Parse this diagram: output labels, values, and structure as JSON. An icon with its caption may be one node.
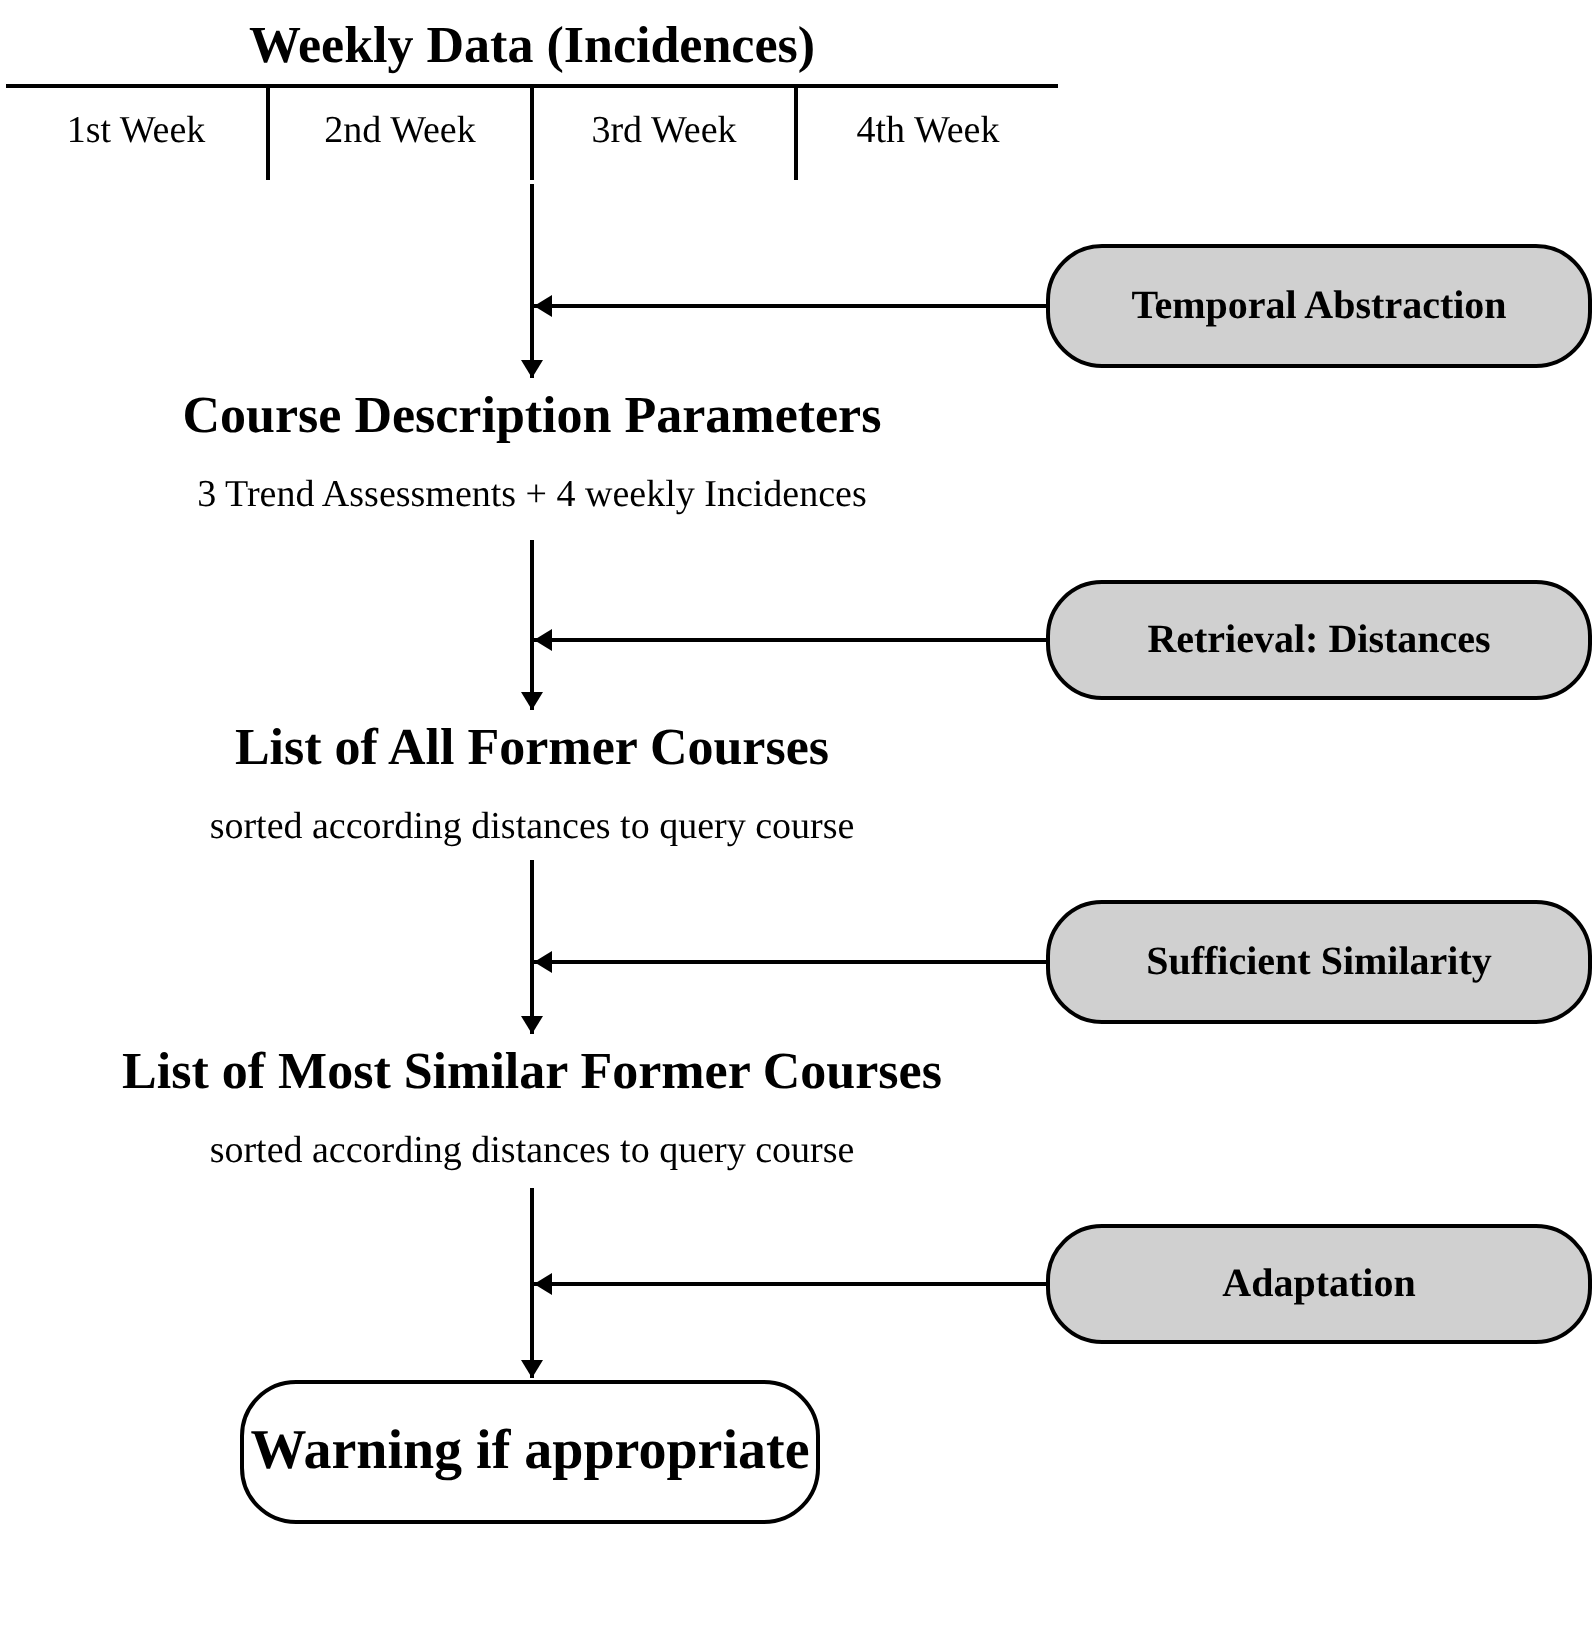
{
  "diagram": {
    "nodes": [
      {
        "text": [
          "Weekly Data (Incidences)",
          "1st Week",
          "2nd Week",
          "3rd Week",
          "4th Week"
        ]
      },
      {
        "text": [
          "Temporal Abstraction"
        ]
      },
      {
        "text": [
          "Course Description Parameters",
          "3 Trend Assessments + 4 weekly Incidences"
        ]
      },
      {
        "text": [
          "Retrieval: Distances"
        ]
      },
      {
        "text": [
          "List of All Former Courses",
          "sorted according distances to query course"
        ]
      },
      {
        "text": [
          "Sufficient Similarity"
        ]
      },
      {
        "text": [
          "List of Most Similar Former Courses",
          "sorted according distances to query course"
        ]
      },
      {
        "text": [
          "Adaptation"
        ]
      },
      {
        "text": [
          "Warning if appropriate"
        ]
      }
    ],
    "edges": [
      {
        "from": 0,
        "to": 2,
        "arrow": "to"
      },
      {
        "from": 1,
        "to": null,
        "arrow": "to"
      },
      {
        "from": 2,
        "to": 4,
        "arrow": "to"
      },
      {
        "from": 3,
        "to": null,
        "arrow": "to"
      },
      {
        "from": 4,
        "to": 6,
        "arrow": "to"
      },
      {
        "from": 5,
        "to": null,
        "arrow": "to"
      },
      {
        "from": 6,
        "to": 8,
        "arrow": "to"
      },
      {
        "from": 7,
        "to": null,
        "arrow": "to"
      }
    ]
  }
}
